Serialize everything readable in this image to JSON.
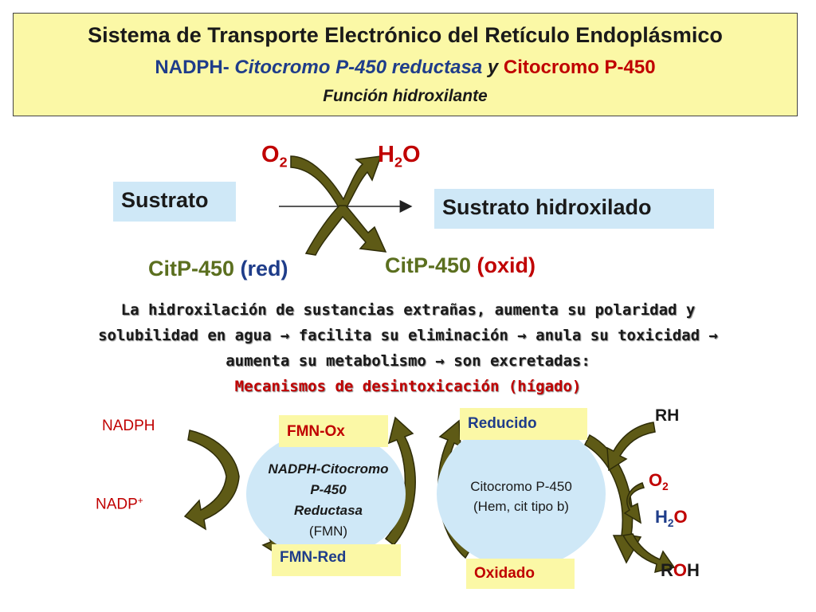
{
  "header": {
    "title": "Sistema de Transporte Electrónico del Retículo Endoplásmico",
    "sub_nadph": "NADPH-",
    "sub_reductasa": " Citocromo P-450 reductasa",
    "sub_y": "  y ",
    "sub_cit": "Citocromo P-450",
    "function": "Función hidroxilante"
  },
  "reaction": {
    "substrate": "Sustrato",
    "product": "Sustrato hidroxilado",
    "o2_main": "O",
    "o2_sub": "2",
    "h2o_h": "H",
    "h2o_sub": "2",
    "h2o_o": "O",
    "cit_red_main": "CitP-450 ",
    "cit_red_state": "(red)",
    "cit_ox_main": "CitP-450 ",
    "cit_ox_state": "(oxid)"
  },
  "paragraph": {
    "line1": "La hidroxilación de sustancias extrañas, aumenta su polaridad y",
    "line2": "solubilidad en agua → facilita su eliminación → anula su toxicidad →",
    "line3": "aumenta su metabolismo → son excretadas:",
    "line4": "Mecanismos de desintoxicación (hígado)"
  },
  "cycle": {
    "nadph": "NADPH",
    "nadp": "NADP",
    "nadp_sup": "+",
    "fmn_ox": "FMN-Ox",
    "fmn_red": "FMN-Red",
    "enzyme_left_1": "NADPH-Citocromo",
    "enzyme_left_2": "P-450",
    "enzyme_left_3": "Reductasa",
    "enzyme_left_4": "(FMN)",
    "reducido": "Reducido",
    "oxidado": "Oxidado",
    "enzyme_right_1": "Citocromo P-450",
    "enzyme_right_2": "(Hem, cit tipo b)",
    "rh": "RH",
    "o2_o": "O",
    "o2_sub": "2",
    "h2o_h": "H",
    "h2o_sub": "2",
    "h2o_o": "O",
    "roh_r": "R",
    "roh_o": "O",
    "roh_h": "H"
  },
  "colors": {
    "header_bg": "#fbf8a6",
    "box_blue": "#cfe8f7",
    "red": "#c00000",
    "blue": "#1f3d8a",
    "olive": "#5b6f1f",
    "arrow_fill": "#5e5a16"
  }
}
